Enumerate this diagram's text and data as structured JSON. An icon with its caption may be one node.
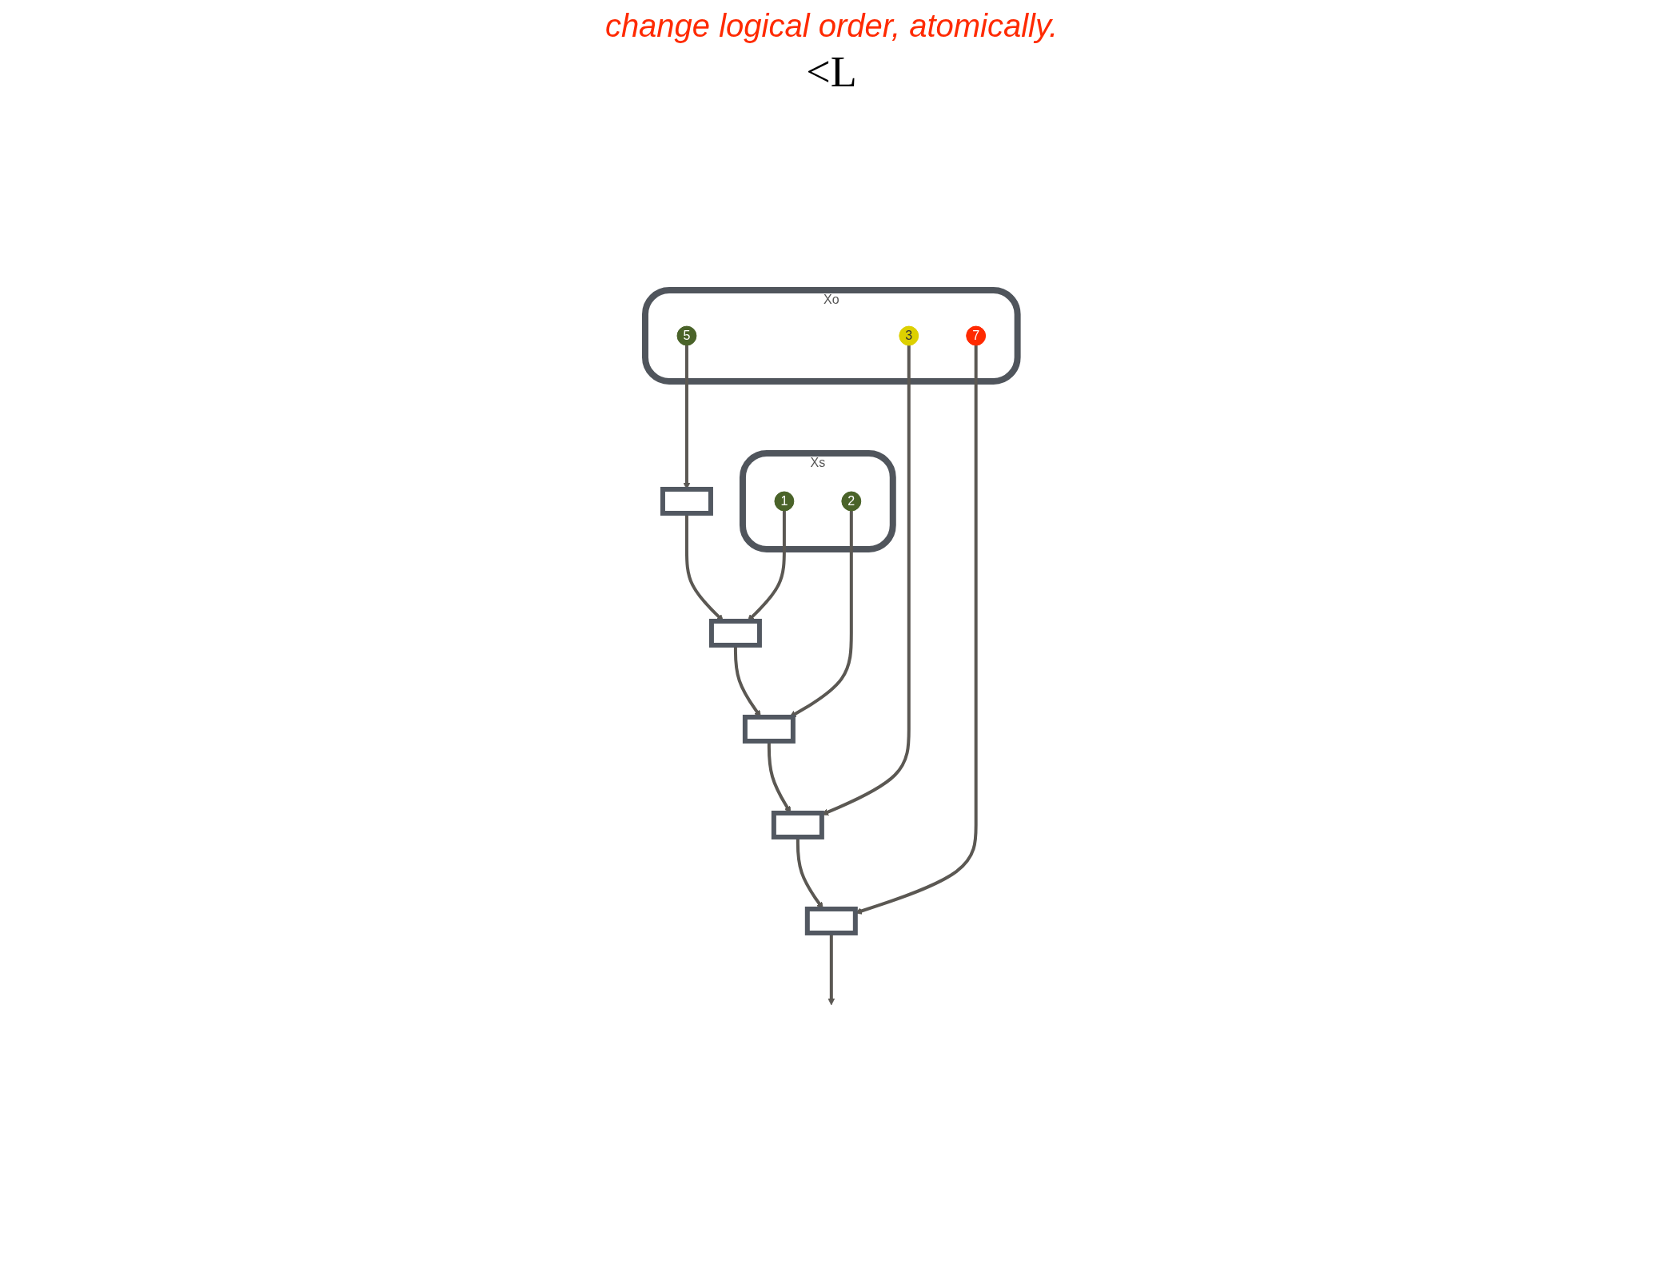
{
  "diagram": {
    "title": "change logical order, atomically.",
    "nodes": [
      {
        "text": [
          "Xs"
        ]
      },
      {
        "text": [
          "1"
        ],
        "in": 0
      },
      {
        "text": [
          "2"
        ],
        "in": 0
      },
      {
        "text": [
          "Xo"
        ]
      },
      {
        "text": [
          "5"
        ],
        "in": 3
      },
      {
        "text": [
          "3"
        ],
        "in": 3
      },
      {
        "text": [
          "7"
        ],
        "in": 3
      },
      {
        "text": [],
        "shape": "box"
      },
      {
        "text": [],
        "shape": "box"
      },
      {
        "text": [],
        "shape": "box"
      },
      {
        "text": [],
        "shape": "box"
      },
      {
        "text": [],
        "shape": "box"
      }
    ],
    "edges": [
      {
        "from": 4,
        "to": 7,
        "arrow": "to"
      },
      {
        "from": 7,
        "to": 8,
        "arrow": "to"
      },
      {
        "from": 1,
        "to": 8,
        "arrow": "to"
      },
      {
        "from": 8,
        "to": 10,
        "arrow": "to"
      },
      {
        "from": 10,
        "to": 9,
        "arrow": "to"
      },
      {
        "from": 5,
        "to": 9,
        "arrow": "to"
      },
      {
        "from": 2,
        "to": 10,
        "arrow": "to"
      },
      {
        "from": 9,
        "to": 11,
        "arrow": "to"
      },
      {
        "from": 6,
        "to": 11,
        "arrow": "to"
      },
      {
        "from": 11,
        "to": null,
        "arrow": "to"
      }
    ],
    "labels": [
      "<L"
    ]
  }
}
